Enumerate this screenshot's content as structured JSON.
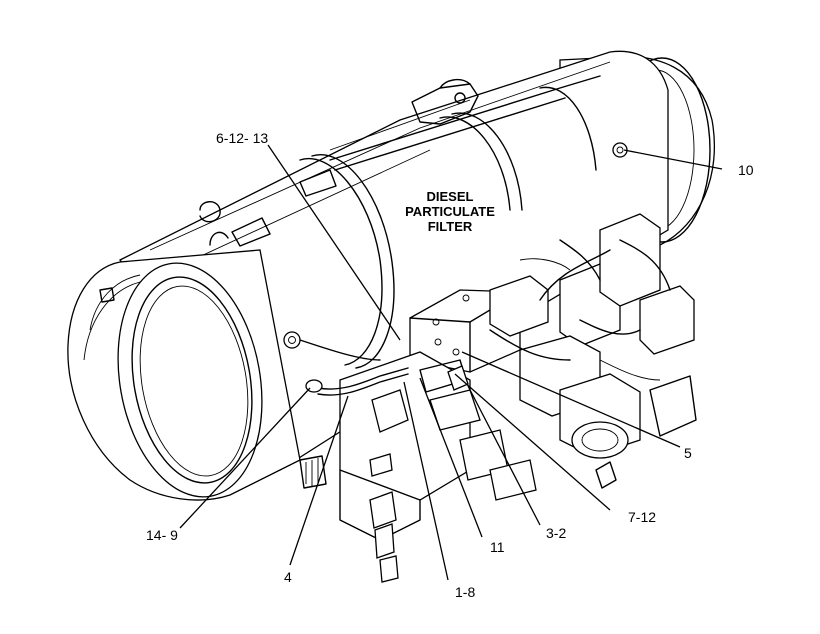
{
  "figure": {
    "title_lines": [
      "DIESEL",
      "PARTICULATE",
      "FILTER"
    ]
  },
  "callouts": [
    {
      "id": "c-6-12-13",
      "label": "6-12- 13"
    },
    {
      "id": "c-10",
      "label": "10"
    },
    {
      "id": "c-5",
      "label": "5"
    },
    {
      "id": "c-7-12",
      "label": "7-12"
    },
    {
      "id": "c-3-2",
      "label": "3-2"
    },
    {
      "id": "c-11",
      "label": "11"
    },
    {
      "id": "c-1-8",
      "label": "1-8"
    },
    {
      "id": "c-4",
      "label": "4"
    },
    {
      "id": "c-14-9",
      "label": "14- 9"
    }
  ]
}
